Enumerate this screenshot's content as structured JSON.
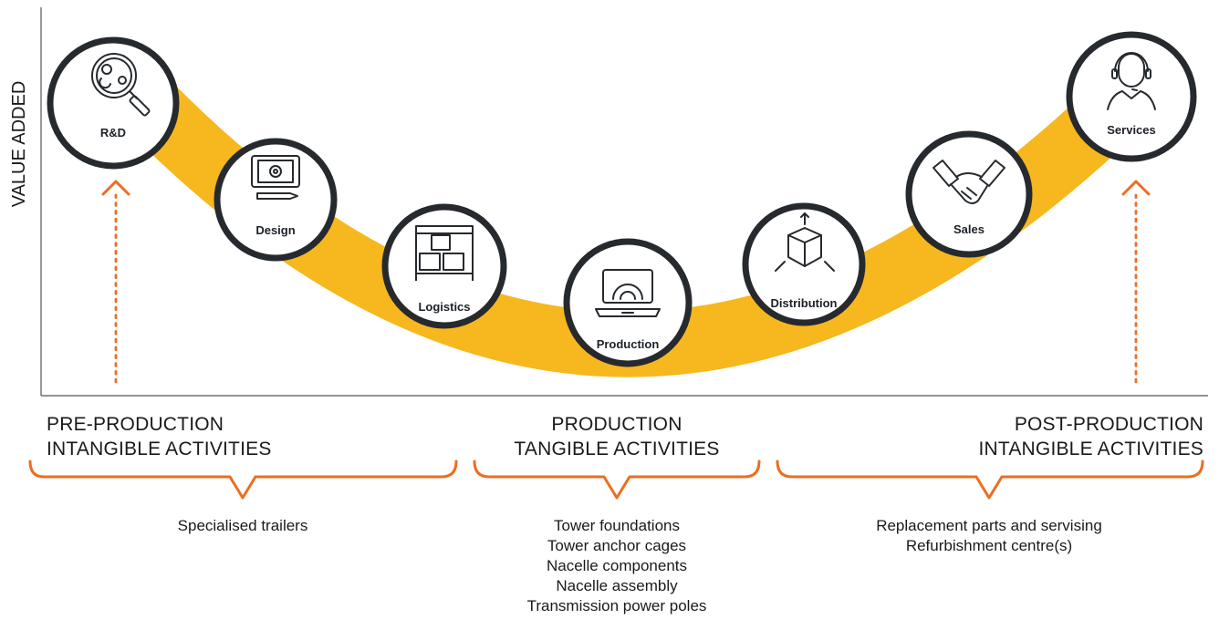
{
  "y_axis_label": "VALUE ADDED",
  "stages": [
    {
      "id": "rd",
      "label": "R&D",
      "icon": "rd-magnifier-gears-icon"
    },
    {
      "id": "design",
      "label": "Design",
      "icon": "blueprint-gear-icon"
    },
    {
      "id": "logistics",
      "label": "Logistics",
      "icon": "warehouse-boxes-icon"
    },
    {
      "id": "production",
      "label": "Production",
      "icon": "laptop-gear-icon"
    },
    {
      "id": "distribution",
      "label": "Distribution",
      "icon": "open-box-arrows-icon"
    },
    {
      "id": "sales",
      "label": "Sales",
      "icon": "handshake-icon"
    },
    {
      "id": "services",
      "label": "Services",
      "icon": "headset-agent-icon"
    }
  ],
  "sections": [
    {
      "id": "pre",
      "heading": [
        "PRE-PRODUCTION",
        "INTANGIBLE ACTIVITIES"
      ],
      "items": [
        "Specialised trailers"
      ]
    },
    {
      "id": "production",
      "heading": [
        "PRODUCTION",
        "TANGIBLE ACTIVITIES"
      ],
      "items": [
        "Tower foundations",
        "Tower anchor cages",
        "Nacelle components",
        "Nacelle assembly",
        "Transmission power poles"
      ]
    },
    {
      "id": "post",
      "heading": [
        "POST-PRODUCTION",
        "INTANGIBLE ACTIVITIES"
      ],
      "items": [
        "Replacement parts and servising",
        "Refurbishment centre(s)"
      ]
    }
  ],
  "colors": {
    "curve": "#F7B71E",
    "accent": "#EB6E21",
    "circle_stroke": "#262A2E",
    "axis": "#555555"
  }
}
